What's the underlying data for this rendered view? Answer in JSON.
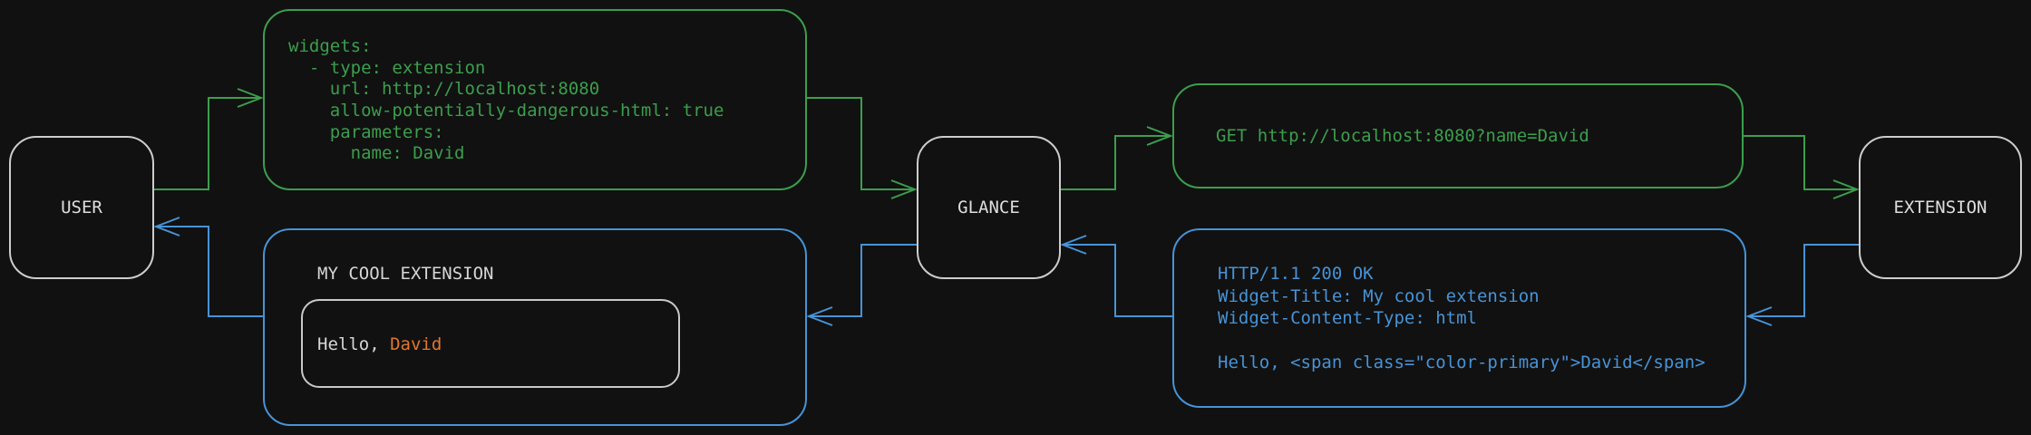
{
  "colors": {
    "background": "#111111",
    "request_green": "#3c9e4d",
    "response_blue": "#4793d6",
    "node_border": "#cdcdcd",
    "text_light": "#d6d6d6",
    "name_orange": "#e0762f"
  },
  "nodes": {
    "user": {
      "label": "USER"
    },
    "glance": {
      "label": "GLANCE"
    },
    "extension": {
      "label": "EXTENSION"
    }
  },
  "config_box": {
    "lines": [
      "widgets:",
      "  - type: extension",
      "    url: http://localhost:8080",
      "    allow-potentially-dangerous-html: true",
      "    parameters:",
      "      name: David"
    ]
  },
  "request_box": {
    "line": "GET http://localhost:8080?name=David"
  },
  "response_box": {
    "lines": [
      "HTTP/1.1 200 OK",
      "Widget-Title: My cool extension",
      "Widget-Content-Type: html",
      "",
      "Hello, <span class=\"color-primary\">David</span>"
    ]
  },
  "widget_box": {
    "title": "MY COOL EXTENSION",
    "greeting_prefix": "Hello, ",
    "greeting_name": "David"
  }
}
